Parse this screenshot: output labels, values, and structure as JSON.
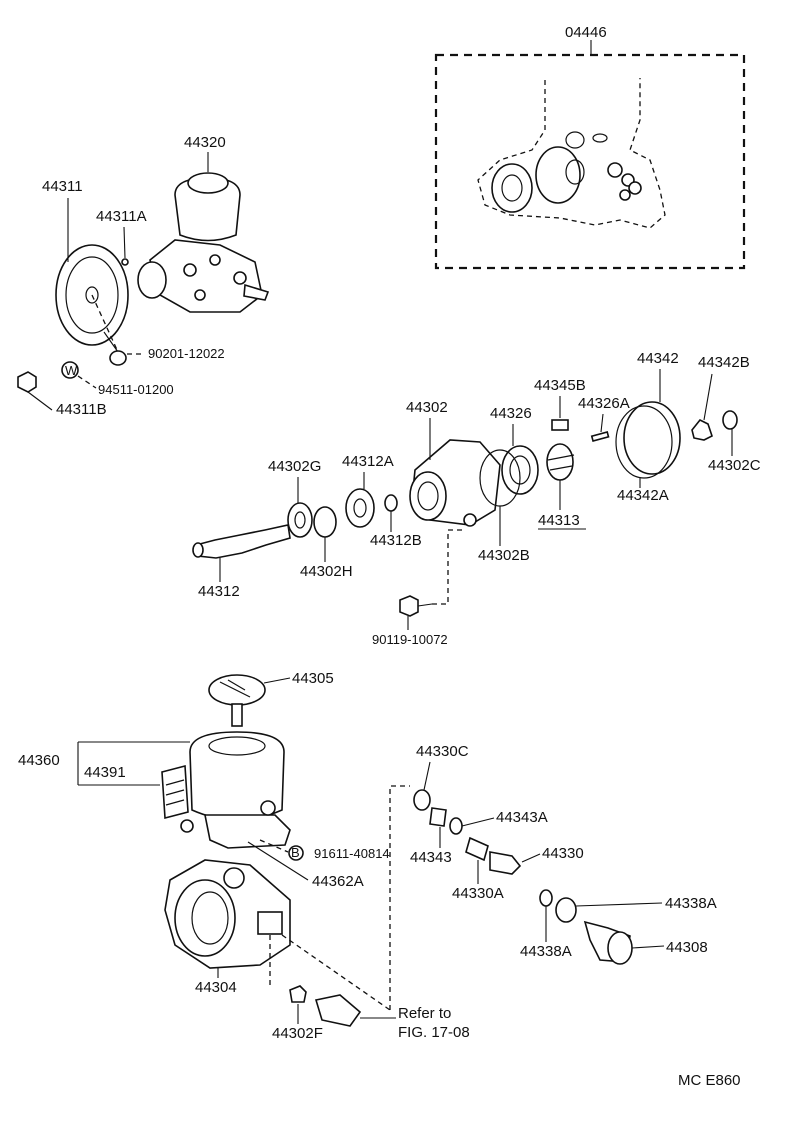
{
  "diagram": {
    "footer_code": "MC  E860",
    "kit_label": "04446",
    "labels": {
      "p44320": "44320",
      "p44311": "44311",
      "p44311A": "44311A",
      "p90201": "90201-12022",
      "p94511": "94511-01200",
      "p94511_mark": "W",
      "p44311B": "44311B",
      "p44302": "44302",
      "p44326": "44326",
      "p44345B": "44345B",
      "p44326A": "44326A",
      "p44342": "44342",
      "p44342B": "44342B",
      "p44302G": "44302G",
      "p44312A": "44312A",
      "p44302C": "44302C",
      "p44342A": "44342A",
      "p44313": "44313",
      "p44312B": "44312B",
      "p44302B": "44302B",
      "p44302H": "44302H",
      "p44312": "44312",
      "p90119": "90119-10072",
      "p44305": "44305",
      "p44360": "44360",
      "p44391": "44391",
      "p44330C": "44330C",
      "p44343A": "44343A",
      "p91611_mark": "B",
      "p91611": "91611-40814",
      "p44343": "44343",
      "p44330": "44330",
      "p44362A": "44362A",
      "p44330A": "44330A",
      "p44338A_top": "44338A",
      "p44338A_bot": "44338A",
      "p44308": "44308",
      "p44304": "44304",
      "refer_line1": "Refer to",
      "refer_line2": "FIG. 17-08",
      "p44302F": "44302F"
    }
  }
}
